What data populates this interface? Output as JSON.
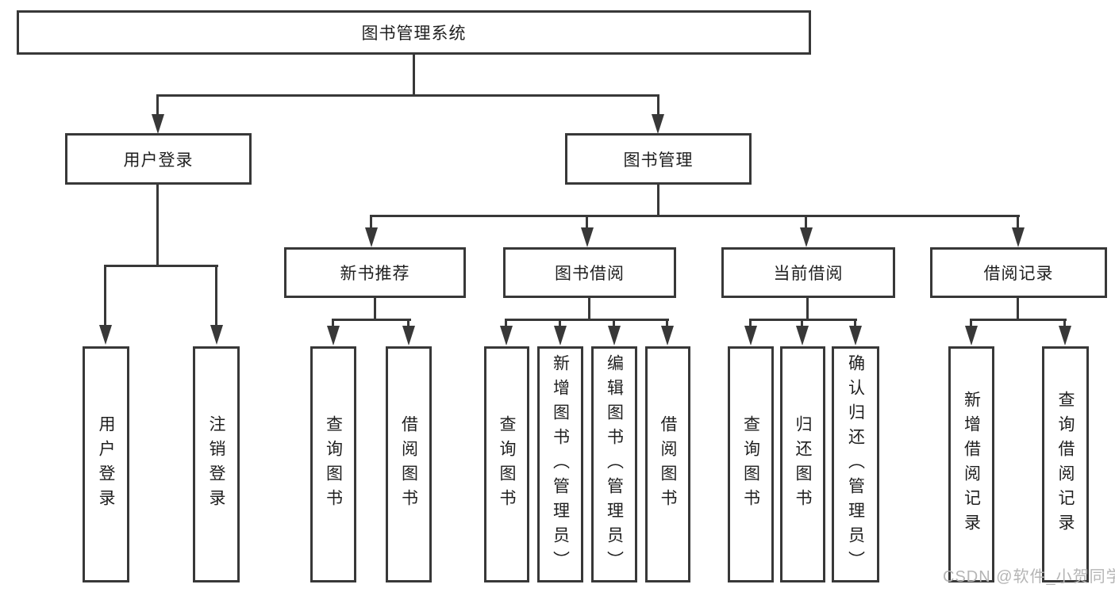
{
  "diagram": {
    "tree": {
      "root": {
        "label": "图书管理系统"
      },
      "level2": [
        {
          "label": "用户登录",
          "children": [
            {
              "label": "用户登录"
            },
            {
              "label": "注销登录"
            }
          ]
        },
        {
          "label": "图书管理",
          "children": [
            {
              "label": "新书推荐",
              "children": [
                {
                  "label": "查询图书"
                },
                {
                  "label": "借阅图书"
                }
              ]
            },
            {
              "label": "图书借阅",
              "children": [
                {
                  "label": "查询图书"
                },
                {
                  "label": "新增图书（管理员）"
                },
                {
                  "label": "编辑图书（管理员）"
                },
                {
                  "label": "借阅图书"
                }
              ]
            },
            {
              "label": "当前借阅",
              "children": [
                {
                  "label": "查询图书"
                },
                {
                  "label": "归还图书"
                },
                {
                  "label": "确认归还（管理员）"
                }
              ]
            },
            {
              "label": "借阅记录",
              "children": [
                {
                  "label": "新增借阅记录"
                },
                {
                  "label": "查询借阅记录"
                }
              ]
            }
          ]
        }
      ]
    },
    "watermark": "CSDN @软件_小贺同学",
    "colors": {
      "line": "#383838",
      "text": "#1f1f1f",
      "watermark": "#b5b5b5",
      "background": "#ffffff"
    }
  }
}
